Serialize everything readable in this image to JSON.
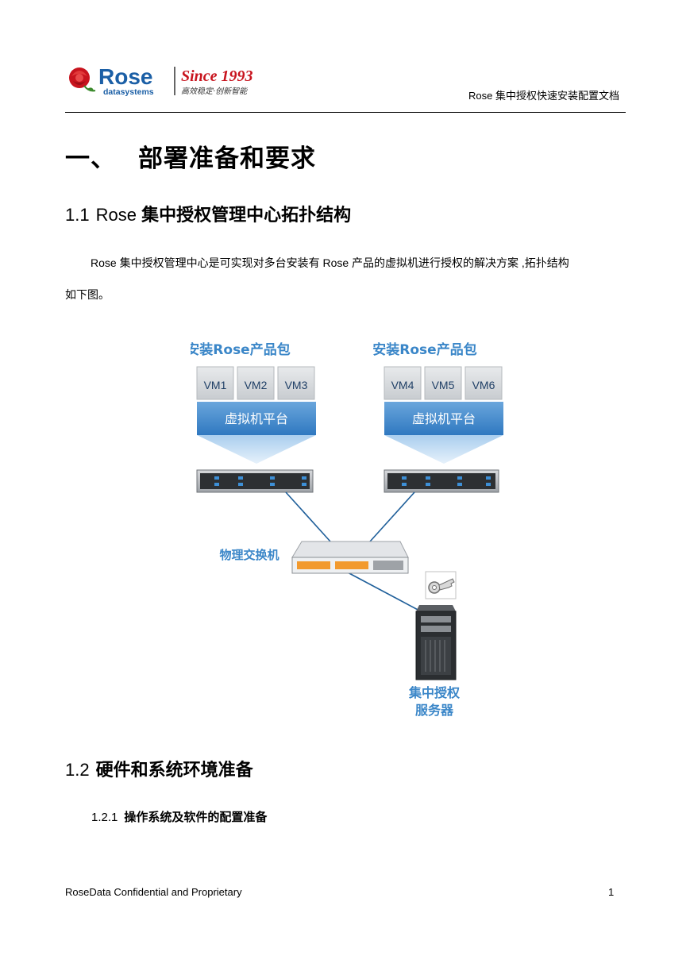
{
  "header": {
    "brand_rose": "Rose",
    "brand_sub": "datasystems",
    "since": "Since 1993",
    "slogan": "高效稳定·创新智能",
    "doc_title": "Rose 集中授权快速安装配置文档"
  },
  "section1": {
    "number": "一、",
    "title": "部署准备和要求"
  },
  "section1_1": {
    "number": "1.1",
    "title_prefix": "Rose",
    "title_bold": "集中授权管理中心拓扑结构",
    "para_line1": "Rose 集中授权管理中心是可实现对多台安装有 Rose 产品的虚拟机进行授权的解决方案 ,拓扑结构",
    "para_line2": "如下图。"
  },
  "diagram": {
    "left_group_label": "安装Rose产品包",
    "right_group_label": "安装Rose产品包",
    "left_vms": [
      "VM1",
      "VM2",
      "VM3"
    ],
    "right_vms": [
      "VM4",
      "VM5",
      "VM6"
    ],
    "left_platform": "虚拟机平台",
    "right_platform": "虚拟机平台",
    "switch_label": "物理交换机",
    "server_label_line1": "集中授权",
    "server_label_line2": "服务器",
    "accent_color": "#3a86c8"
  },
  "section1_2": {
    "number": "1.2",
    "title": "硬件和系统环境准备"
  },
  "section1_2_1": {
    "number": "1.2.1",
    "title": "操作系统及软件的配置准备"
  },
  "footer": {
    "left": "RoseData Confidential and Proprietary",
    "page": "1"
  }
}
